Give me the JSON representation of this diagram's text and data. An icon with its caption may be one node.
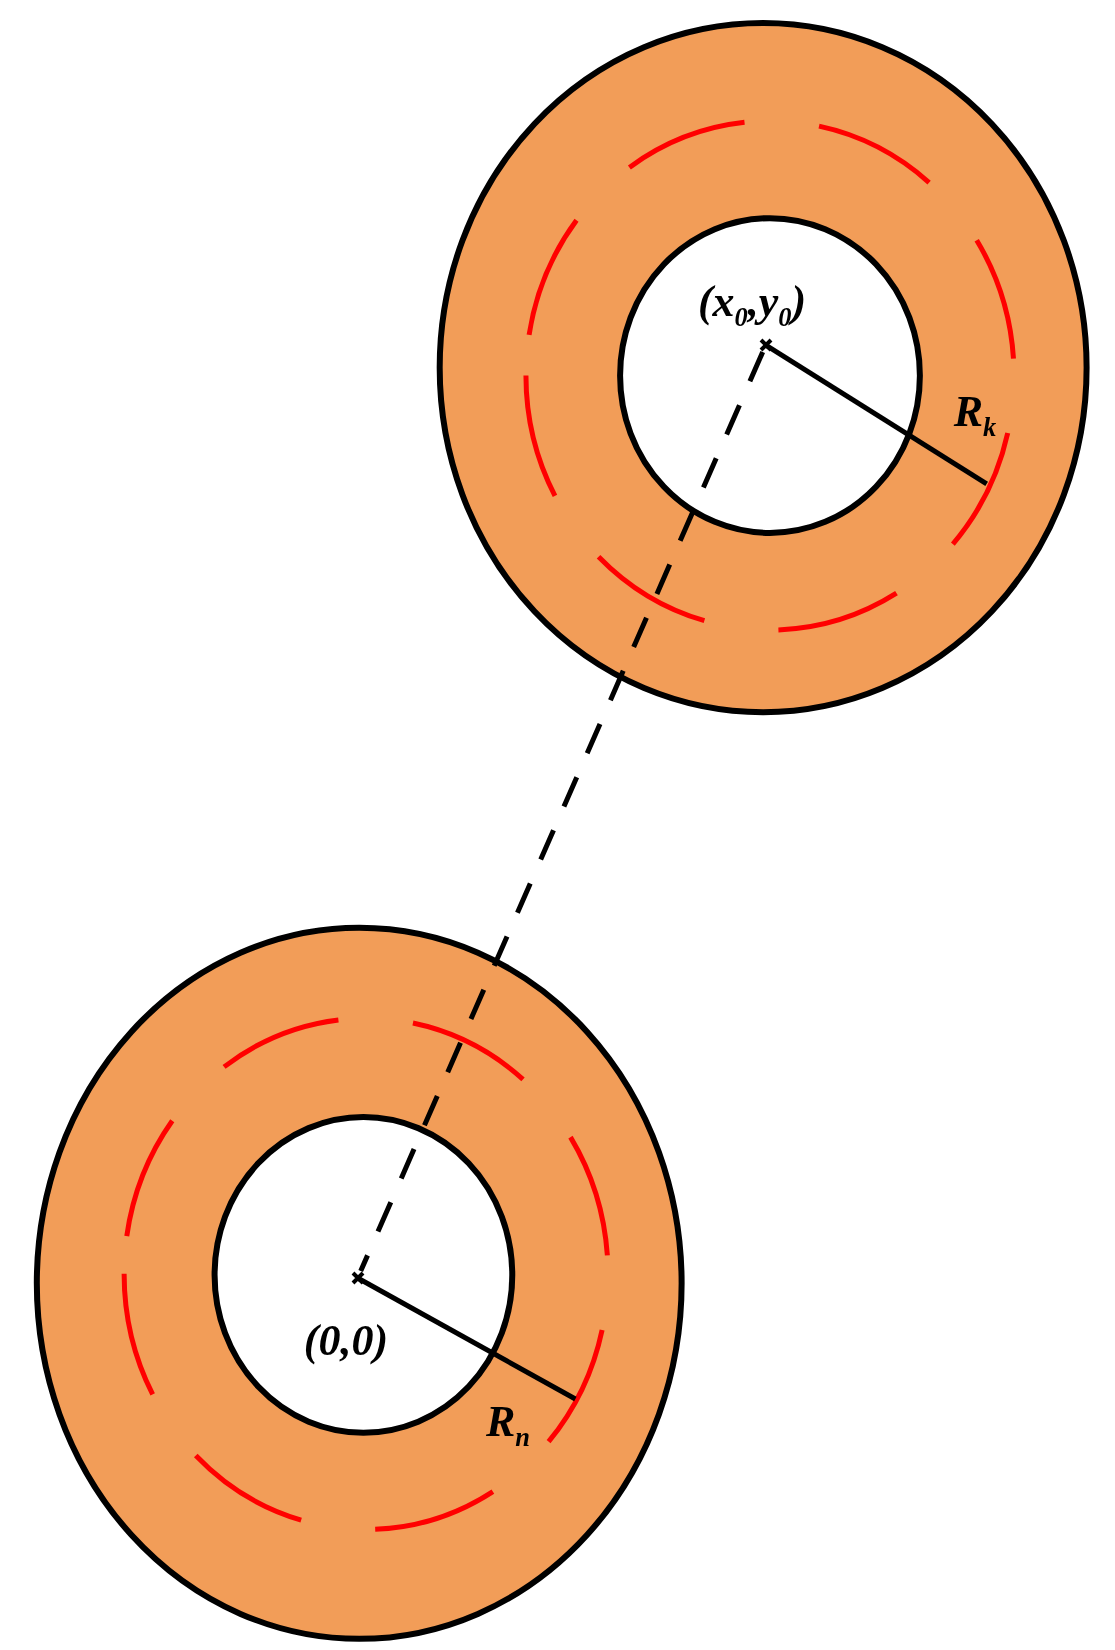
{
  "diagram": {
    "nodes": [
      {
        "text": [],
        "shape": "point"
      },
      {
        "text": [],
        "shape": "point"
      }
    ],
    "edges": [
      {
        "from": 0,
        "to": 1,
        "arrow": "none",
        "style": "dashed"
      }
    ],
    "labels": [
      "(x$_{0}$,y$_{0}$)",
      "R$_{k}$",
      "(0,0)",
      "R$_{n}$"
    ]
  }
}
